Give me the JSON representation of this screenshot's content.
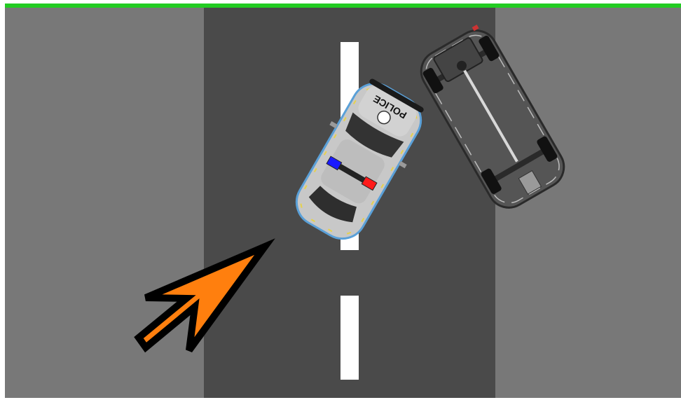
{
  "scene": {
    "type": "top-down-driving",
    "top_bar_color": "#22cc22",
    "shoulder_color": "#787878",
    "road_color": "#4a4a4a",
    "lane_marking_color": "#ffffff",
    "lane_markings": 2
  },
  "player_car": {
    "kind": "police-car",
    "body_color": "#c8c8c8",
    "roof_text": "POLICE",
    "light_bar_colors": [
      "#ff1a1a",
      "#1a1aff"
    ],
    "damaged": true
  },
  "other_car": {
    "kind": "car-wreck",
    "body_color": "#555555",
    "state": "chassis-exposed"
  },
  "direction_arrow": {
    "icon": "arrow-icon",
    "fill_color": "#ff7f0e",
    "outline_color": "#000000"
  }
}
